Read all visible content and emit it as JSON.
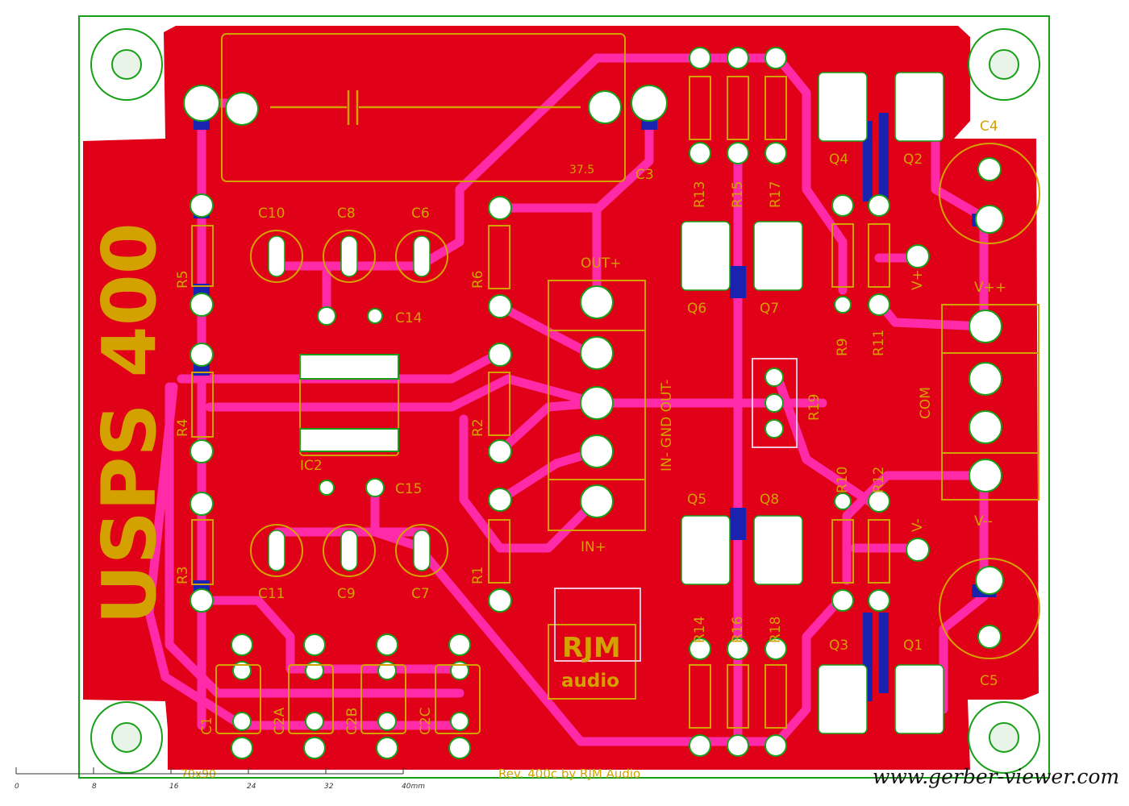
{
  "board": {
    "title": "USPS 400",
    "revision": "Rev. 400c by RJM Audio",
    "size_label": "70x90",
    "watermark": "www.gerber-viewer.com",
    "logo_text": "RJM",
    "logo_sub": "audio",
    "cap_value": "37.5"
  },
  "colors": {
    "copper": "#e00017",
    "trace": "#ff2aa8",
    "silkscreen": "#d4a200",
    "via": "#1a22b0",
    "outline": "#19a019"
  },
  "labels": {
    "components": [
      "C10",
      "C8",
      "C6",
      "C3",
      "C14",
      "R6",
      "R5",
      "R4",
      "R3",
      "R2",
      "R1",
      "IC2",
      "C15",
      "C11",
      "C9",
      "C7",
      "C1",
      "C2A",
      "C2B",
      "C2C",
      "R13",
      "R15",
      "R17",
      "Q4",
      "Q2",
      "C4",
      "Q6",
      "Q7",
      "R9",
      "R11",
      "R19",
      "Q5",
      "Q8",
      "R10",
      "R12",
      "R14",
      "R16",
      "R18",
      "Q3",
      "Q1",
      "C5"
    ],
    "out_plus": "OUT+",
    "in_plus": "IN+",
    "conn_labels": "IN-  GND  OUT-",
    "v_plus": "V+",
    "v_plus_plus": "V++",
    "com": "COM",
    "v_minus_minus": "V--",
    "v_minus": "V-"
  },
  "ruler": {
    "ticks": [
      "0",
      "8",
      "16",
      "24",
      "32",
      "40mm"
    ]
  }
}
